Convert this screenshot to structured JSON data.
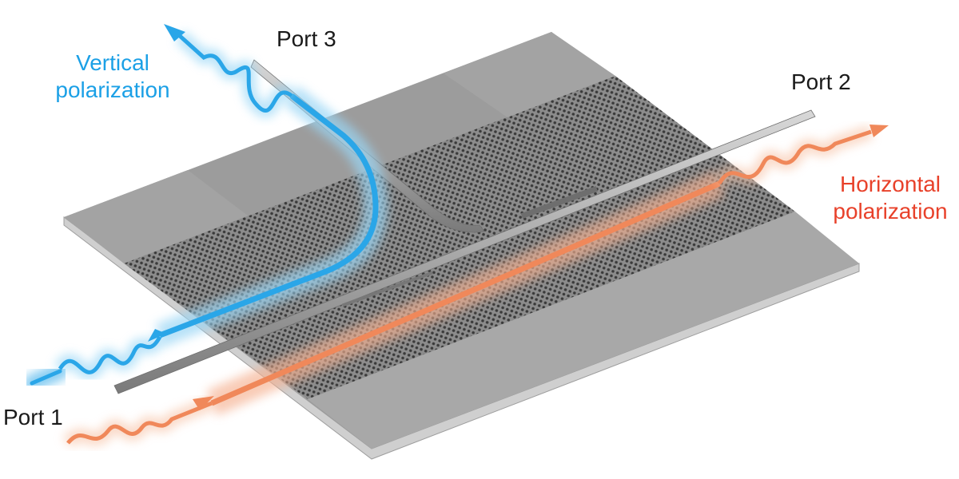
{
  "labels": {
    "port1": "Port 1",
    "port2": "Port 2",
    "port3": "Port 3",
    "vertical_line1": "Vertical",
    "vertical_line2": "polarization",
    "horizontal_line1": "Horizontal",
    "horizontal_line2": "polarization"
  },
  "colors": {
    "vertical_beam": "#2aa6e8",
    "horizontal_beam": "#f0885a",
    "vertical_text": "#1ba0e6",
    "horizontal_text": "#e8412a",
    "slab_top": "#9a9a9a",
    "slab_side": "#cfcfcf",
    "pattern": "#4a4a4a",
    "waveguide": "#8a8a8a"
  }
}
